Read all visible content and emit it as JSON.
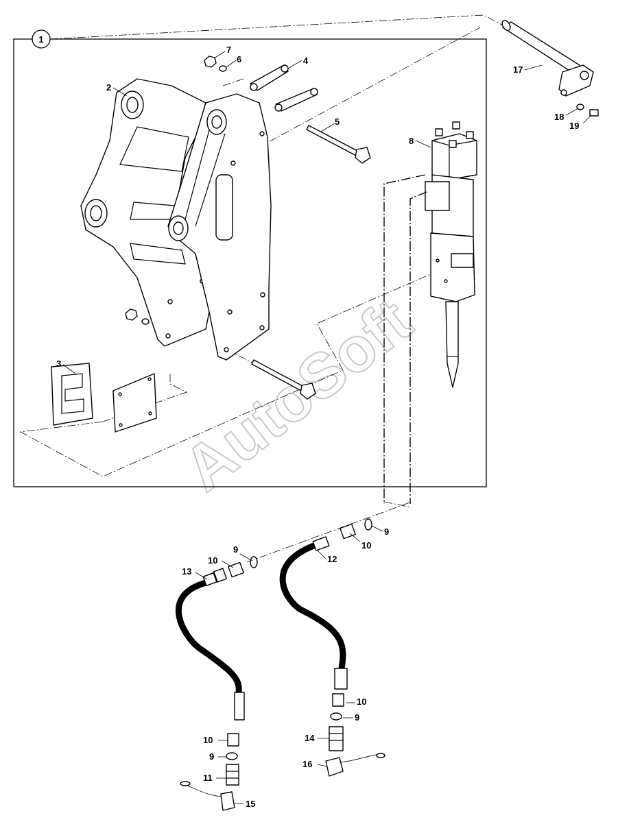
{
  "watermark": "AutoSoft",
  "assembly_callout": "1",
  "callouts": {
    "c2": "2",
    "c3": "3",
    "c4": "4",
    "c5": "5",
    "c6": "6",
    "c7": "7",
    "c8": "8",
    "c9a": "9",
    "c9b": "9",
    "c9c": "9",
    "c9d": "9",
    "c10a": "10",
    "c10b": "10",
    "c10c": "10",
    "c10d": "10",
    "c11": "11",
    "c12": "12",
    "c13": "13",
    "c14": "14",
    "c15": "15",
    "c16": "16",
    "c17": "17",
    "c18": "18",
    "c19": "19"
  }
}
